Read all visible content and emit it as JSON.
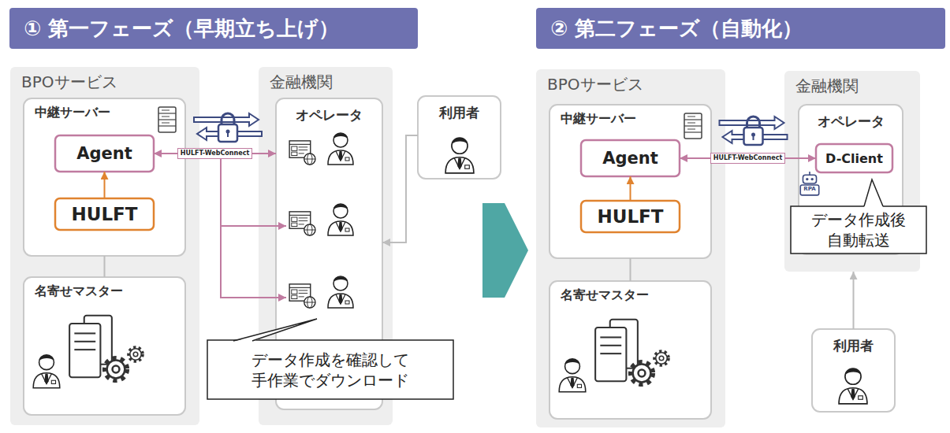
{
  "diagram": {
    "nodes": [
      {
        "text": [
          "① 第一フェーズ（早期立ち上げ）"
        ]
      },
      {
        "text": [
          "BPOサービス"
        ]
      },
      {
        "text": [
          "中継サーバー"
        ],
        "in": 1
      },
      {
        "text": [
          "Agent"
        ],
        "in": 2
      },
      {
        "text": [
          "HULFT"
        ],
        "in": 2
      },
      {
        "text": [
          "名寄せマスター"
        ],
        "in": 1
      },
      {
        "text": [
          "金融機関"
        ]
      },
      {
        "text": [
          "オペレータ"
        ],
        "in": 6
      },
      {
        "text": [
          "利用者"
        ]
      },
      {
        "text": [
          "データ作成を確認して 手作業でダウンロード"
        ]
      },
      {
        "text": [
          "② 第二フェーズ（自動化）"
        ]
      },
      {
        "text": [
          "BPOサービス"
        ]
      },
      {
        "text": [
          "中継サーバー"
        ],
        "in": 11
      },
      {
        "text": [
          "Agent"
        ],
        "in": 12
      },
      {
        "text": [
          "HULFT"
        ],
        "in": 12
      },
      {
        "text": [
          "名寄せマスター"
        ],
        "in": 11
      },
      {
        "text": [
          "金融機関"
        ]
      },
      {
        "text": [
          "オペレータ"
        ],
        "in": 16
      },
      {
        "text": [
          "D-Client"
        ],
        "in": 17
      },
      {
        "text": [
          "データ作成後 自動転送"
        ]
      },
      {
        "text": [
          "利用者"
        ]
      }
    ],
    "edges": [
      {
        "from": 4,
        "to": 3,
        "arrow": "to"
      },
      {
        "from": 3,
        "to": 7,
        "label": "HULFT-WebConnect",
        "arrow": "both"
      },
      {
        "from": 2,
        "to": 5,
        "arrow": "none"
      },
      {
        "from": 8,
        "to": 7,
        "arrow": "to"
      },
      {
        "from": 14,
        "to": 13,
        "arrow": "to"
      },
      {
        "from": 13,
        "to": 18,
        "label": "HULFT-WebConnect",
        "arrow": "both"
      },
      {
        "from": 12,
        "to": 15,
        "arrow": "none"
      },
      {
        "from": 20,
        "to": 16,
        "arrow": "to"
      }
    ],
    "labels": [
      "RPA"
    ]
  }
}
